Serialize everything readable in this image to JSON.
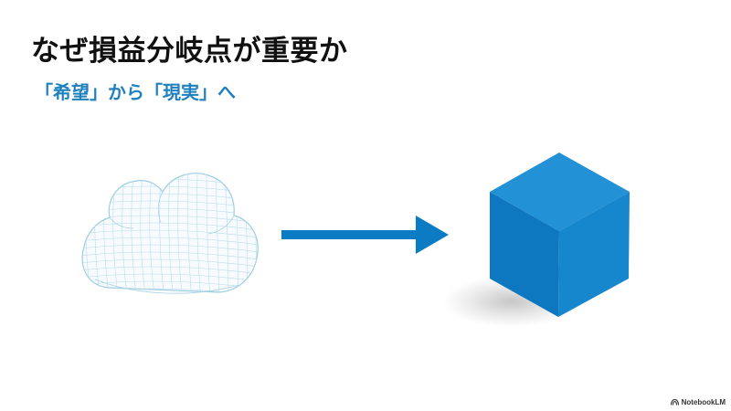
{
  "slide": {
    "title": "なぜ損益分岐点が重要か",
    "subtitle": "「希望」から「現実」へ"
  },
  "illustration": {
    "left_icon": "wireframe-cloud-icon",
    "connector": "arrow-right-icon",
    "right_icon": "solid-cube-icon"
  },
  "colors": {
    "title": "#111111",
    "accent": "#1f80bf",
    "arrow": "#0b7cc3",
    "cube_top": "#2391d6",
    "cube_left": "#0d78c0",
    "cube_right": "#1686cd",
    "cloud_lines": "#a9d3e6"
  },
  "watermark": {
    "label": "NotebookLM"
  }
}
